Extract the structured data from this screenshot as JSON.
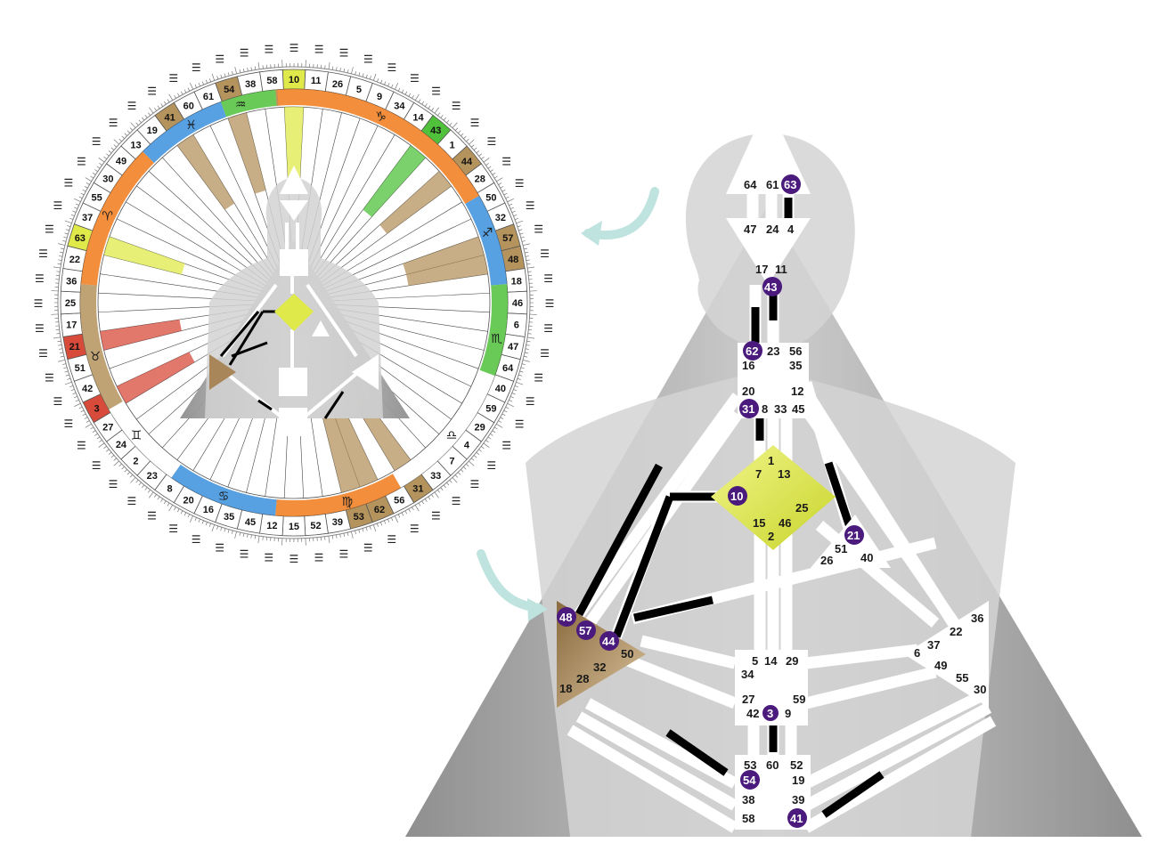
{
  "colors": {
    "bg_triangle": "#a9a9a9",
    "head_silhouette": "#d4d4d4",
    "channel": "#ffffff",
    "channel_defined": "#000000",
    "activation": "#4b1a7d",
    "g_center": "#dfe94a",
    "spleen": "#a8865a",
    "arrow": "#bfe3df",
    "wheel_orange": "#f07a1a",
    "wheel_blue": "#3a8fdc",
    "wheel_green": "#4fc13a",
    "wheel_tan": "#b4935d",
    "wheel_yellow": "#dfe94a",
    "wheel_red": "#d84a3a"
  },
  "bodygraph": {
    "head": {
      "gates": [
        "64",
        "61",
        "63"
      ]
    },
    "ajna": {
      "gates": [
        "47",
        "24",
        "4",
        "17",
        "11",
        "43"
      ]
    },
    "throat": {
      "gates": [
        "62",
        "23",
        "56",
        "16",
        "35",
        "20",
        "12",
        "31",
        "8",
        "33",
        "45"
      ]
    },
    "g": {
      "gates": [
        "1",
        "7",
        "13",
        "10",
        "25",
        "15",
        "46",
        "2"
      ]
    },
    "heart": {
      "gates": [
        "21",
        "51",
        "26",
        "40"
      ]
    },
    "spleen": {
      "gates": [
        "48",
        "57",
        "44",
        "50",
        "32",
        "28",
        "18"
      ]
    },
    "sacral": {
      "gates": [
        "5",
        "14",
        "29",
        "34",
        "27",
        "59",
        "42",
        "3",
        "9"
      ]
    },
    "solar": {
      "gates": [
        "36",
        "22",
        "37",
        "6",
        "49",
        "55",
        "30"
      ]
    },
    "root": {
      "gates": [
        "53",
        "60",
        "52",
        "54",
        "19",
        "38",
        "39",
        "58",
        "41"
      ]
    }
  },
  "wheel": {
    "outer_gates": [
      "10",
      "11",
      "26",
      "5",
      "9",
      "34",
      "14",
      "43",
      "1",
      "44",
      "28",
      "50",
      "32",
      "57",
      "48",
      "18",
      "46",
      "6",
      "47",
      "64",
      "40",
      "59",
      "29",
      "4",
      "7",
      "33",
      "31",
      "56",
      "62",
      "53",
      "39",
      "52",
      "15",
      "12",
      "45",
      "35",
      "16",
      "20",
      "8",
      "23",
      "2",
      "24",
      "27",
      "3",
      "42",
      "51",
      "21",
      "17",
      "25",
      "36",
      "22",
      "63",
      "37",
      "55",
      "30",
      "49",
      "13",
      "19",
      "41",
      "60",
      "61",
      "54",
      "38",
      "58"
    ],
    "highlighted": {
      "10": "yellow",
      "43": "green",
      "44": "tan",
      "57": "tan",
      "48": "tan",
      "31": "tan",
      "62": "tan",
      "53": "tan",
      "21": "red",
      "3": "red",
      "63": "yellow",
      "41": "tan",
      "54": "tan"
    },
    "signs": [
      "♑",
      "♐",
      "♏",
      "♎",
      "♍",
      "♋",
      "♊",
      "♉",
      "♈",
      "♓",
      "♒"
    ]
  }
}
